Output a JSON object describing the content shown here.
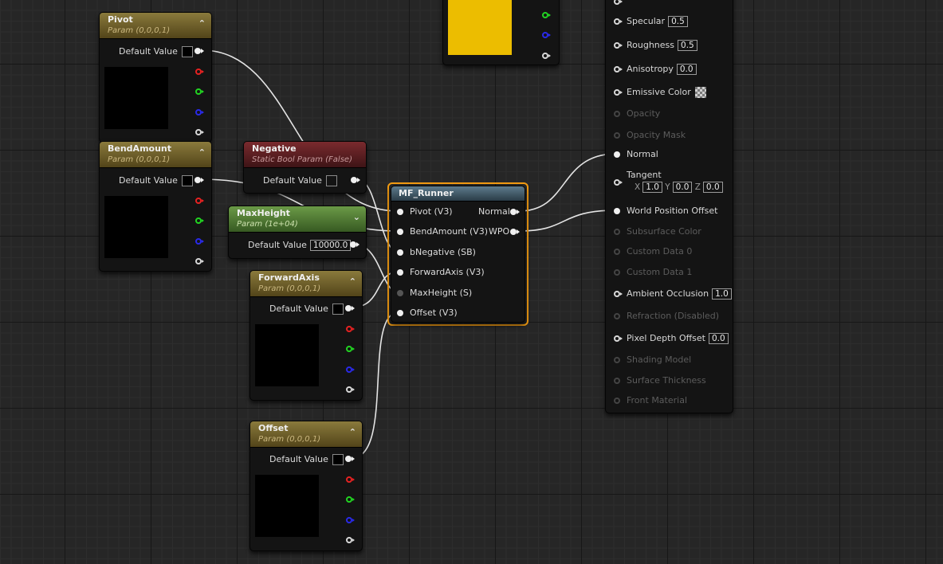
{
  "nodes": {
    "pivot": {
      "title": "Pivot",
      "subtitle": "Param (0,0,0,1)",
      "default_label": "Default Value"
    },
    "bendamount": {
      "title": "BendAmount",
      "subtitle": "Param (0,0,0,1)",
      "default_label": "Default Value"
    },
    "negative": {
      "title": "Negative",
      "subtitle": "Static Bool Param (False)",
      "default_label": "Default Value"
    },
    "maxheight": {
      "title": "MaxHeight",
      "subtitle": "Param (1e+04)",
      "default_label": "Default Value",
      "value": "10000.0"
    },
    "forwardaxis": {
      "title": "ForwardAxis",
      "subtitle": "Param (0,0,0,1)",
      "default_label": "Default Value"
    },
    "offset": {
      "title": "Offset",
      "subtitle": "Param (0,0,0,1)",
      "default_label": "Default Value"
    },
    "mf_runner": {
      "title": "MF_Runner",
      "inputs": [
        "Pivot (V3)",
        "BendAmount (V3)",
        "bNegative (SB)",
        "ForwardAxis (V3)",
        "MaxHeight (S)",
        "Offset (V3)"
      ],
      "outputs": [
        "Normal",
        "WPO"
      ]
    },
    "color_node": {
      "color": "#ecbd00"
    }
  },
  "material_result": {
    "specular": {
      "label": "Specular",
      "value": "0.5"
    },
    "roughness": {
      "label": "Roughness",
      "value": "0.5"
    },
    "anisotropy": {
      "label": "Anisotropy",
      "value": "0.0"
    },
    "emissive": {
      "label": "Emissive Color"
    },
    "opacity": {
      "label": "Opacity"
    },
    "opacity_mask": {
      "label": "Opacity Mask"
    },
    "normal": {
      "label": "Normal"
    },
    "tangent": {
      "label": "Tangent",
      "x_label": "X",
      "x": "1.0",
      "y_label": "Y",
      "y": "0.0",
      "z_label": "Z",
      "z": "0.0"
    },
    "wpo": {
      "label": "World Position Offset"
    },
    "subsurface": {
      "label": "Subsurface Color"
    },
    "custom0": {
      "label": "Custom Data 0"
    },
    "custom1": {
      "label": "Custom Data 1"
    },
    "ao": {
      "label": "Ambient Occlusion",
      "value": "1.0"
    },
    "refraction": {
      "label": "Refraction (Disabled)"
    },
    "pdo": {
      "label": "Pixel Depth Offset",
      "value": "0.0"
    },
    "shading_model": {
      "label": "Shading Model"
    },
    "surface_thickness": {
      "label": "Surface Thickness"
    },
    "front_material": {
      "label": "Front Material"
    }
  },
  "colors": {
    "param_header": "#7a6a30",
    "negative_header": "#6a2226",
    "maxheight_header": "#5c8a3c",
    "function_header": "#4d6a7c",
    "selection": "#f39c12",
    "red_pin": "#e62222",
    "green_pin": "#22d422",
    "blue_pin": "#2a2ae8"
  }
}
